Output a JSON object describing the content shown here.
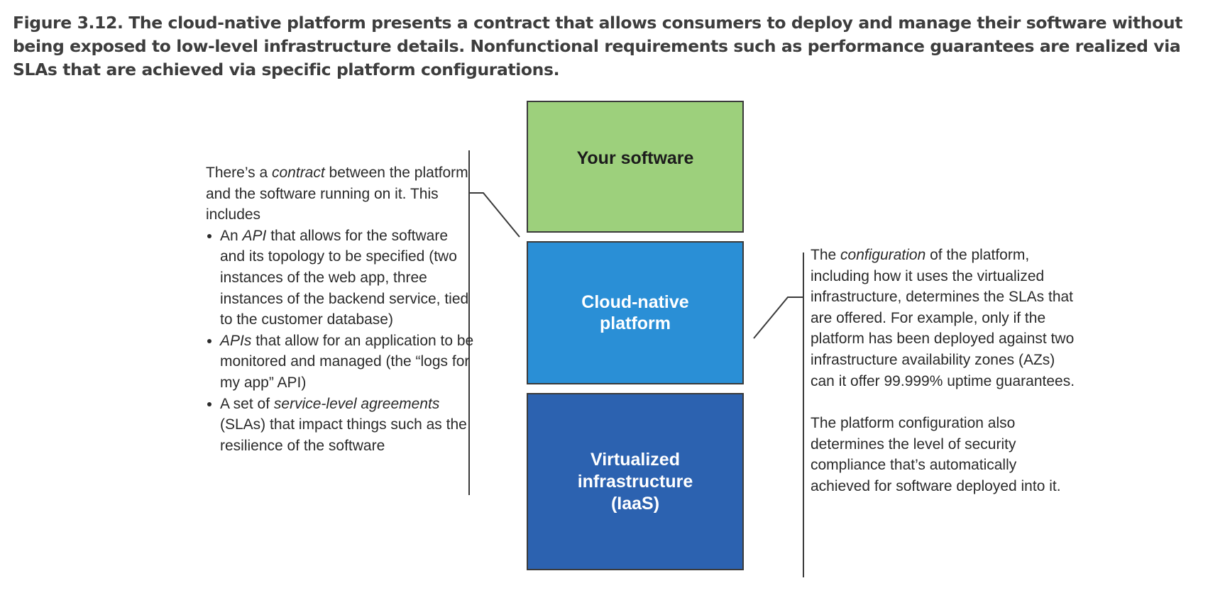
{
  "caption": "Figure 3.12. The cloud-native platform presents a contract that allows consumers to deploy and manage their software without being exposed to low-level infrastructure details. Nonfunctional requirements such as performance guarantees are realized via SLAs that are achieved via specific platform configurations.",
  "boxes": {
    "software": "Your software",
    "platform": "Cloud-native\nplatform",
    "infrastructure": "Virtualized\ninfrastructure\n(IaaS)"
  },
  "left_note": {
    "intro": {
      "before": "There’s a ",
      "emphasis": "contract",
      "after": " between the platform and the software running on it. This includes"
    },
    "bullets": [
      {
        "before": "An ",
        "emphasis": "API",
        "after": " that allows for the software and its topology to be specified (two instances of the web app, three instances of the backend service, tied to the customer database)"
      },
      {
        "before": "",
        "emphasis": "APIs",
        "after": " that allow for an application to be monitored and managed (the “logs for my app” API)"
      },
      {
        "before": "A set of ",
        "emphasis": "service-level agreements",
        "after": " (SLAs) that impact things such as the resilience of the software"
      }
    ]
  },
  "right_note": {
    "para1": {
      "before": "The ",
      "emphasis": "configuration",
      "after": " of the platform, including how it uses the virtualized infrastructure, determines the SLAs that are offered. For example, only if the platform has been deployed against two infrastructure availability zones (AZs) can it offer 99.999% uptime guarantees."
    },
    "para2": "The platform configuration also determines the level of security compliance that’s automatically achieved for software deployed into it."
  },
  "colors": {
    "software_box": "#9dd07c",
    "platform_box": "#2a8fd6",
    "infrastructure_box": "#2c62b0",
    "caption_text": "#3d3d3d"
  }
}
